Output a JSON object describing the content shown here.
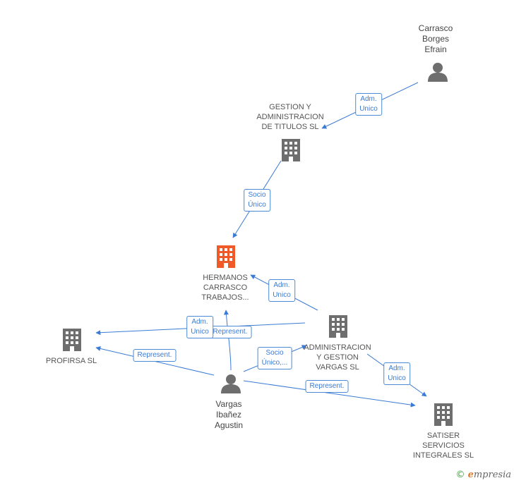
{
  "colors": {
    "edge": "#3a7bd5",
    "node_gray": "#6e6e6e",
    "node_focus": "#f05a28"
  },
  "nodes": {
    "carrasco": {
      "label": "Carrasco\nBorges\nEfrain",
      "icon": "person-icon"
    },
    "gestion_titulos": {
      "label": "GESTION Y\nADMINISTRACION\nDE TITULOS SL",
      "icon": "building-icon"
    },
    "hermanos": {
      "label": "HERMANOS\nCARRASCO\nTRABAJOS...",
      "icon": "building-icon"
    },
    "profirsa": {
      "label": "PROFIRSA SL",
      "icon": "building-icon"
    },
    "admin_vargas": {
      "label": "ADMINISTRACION\nY GESTION\nVARGAS SL",
      "icon": "building-icon"
    },
    "vargas": {
      "label": "Vargas\nIbañez\nAgustin",
      "icon": "person-icon"
    },
    "satiser": {
      "label": "SATISER\nSERVICIOS\nINTEGRALES SL",
      "icon": "building-icon"
    }
  },
  "edges": {
    "e1": "Adm.\nUnico",
    "e2": "Socio\nÚnico",
    "e3": "Adm.\nUnico",
    "e4": "Adm.\nUnico",
    "e5": "Represent.",
    "e6": "Represent.",
    "e7": "Socio\nÚnico,...",
    "e8": "Represent.",
    "e9": "Adm.\nUnico"
  },
  "brand": {
    "copyright": "©",
    "first": "e",
    "rest": "mpresia"
  }
}
